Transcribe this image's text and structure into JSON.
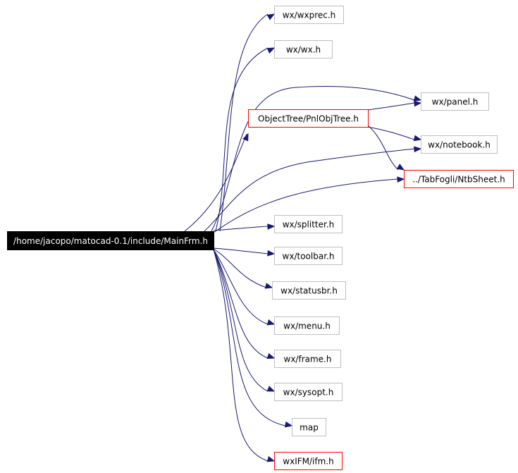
{
  "colors": {
    "edge": "#191970",
    "root_fill": "#000000",
    "root_text": "#ffffff",
    "node_border": "#bfbfbf",
    "missing_border": "#ff0000",
    "node_text": "#000000"
  },
  "nodes": [
    {
      "id": "root",
      "label": "/home/jacopo/matocad-0.1/include/MainFrm.h",
      "kind": "root"
    },
    {
      "id": "wxprec",
      "label": "wx/wxprec.h",
      "kind": "normal"
    },
    {
      "id": "wx",
      "label": "wx/wx.h",
      "kind": "normal"
    },
    {
      "id": "panel",
      "label": "wx/panel.h",
      "kind": "normal"
    },
    {
      "id": "pnlobjtree",
      "label": "ObjectTree/PnlObjTree.h",
      "kind": "missing"
    },
    {
      "id": "notebook",
      "label": "wx/notebook.h",
      "kind": "normal"
    },
    {
      "id": "ntbsheet",
      "label": "../TabFogli/NtbSheet.h",
      "kind": "missing"
    },
    {
      "id": "splitter",
      "label": "wx/splitter.h",
      "kind": "normal"
    },
    {
      "id": "toolbar",
      "label": "wx/toolbar.h",
      "kind": "normal"
    },
    {
      "id": "statusbr",
      "label": "wx/statusbr.h",
      "kind": "normal"
    },
    {
      "id": "menu",
      "label": "wx/menu.h",
      "kind": "normal"
    },
    {
      "id": "frame",
      "label": "wx/frame.h",
      "kind": "normal"
    },
    {
      "id": "sysopt",
      "label": "wx/sysopt.h",
      "kind": "normal"
    },
    {
      "id": "map",
      "label": "map",
      "kind": "normal"
    },
    {
      "id": "ifm",
      "label": "wxIFM/ifm.h",
      "kind": "missing"
    }
  ],
  "edges": [
    {
      "from": "root",
      "to": "wxprec"
    },
    {
      "from": "root",
      "to": "wx"
    },
    {
      "from": "root",
      "to": "panel"
    },
    {
      "from": "root",
      "to": "pnlobjtree"
    },
    {
      "from": "root",
      "to": "notebook"
    },
    {
      "from": "root",
      "to": "ntbsheet"
    },
    {
      "from": "root",
      "to": "splitter"
    },
    {
      "from": "root",
      "to": "toolbar"
    },
    {
      "from": "root",
      "to": "statusbr"
    },
    {
      "from": "root",
      "to": "menu"
    },
    {
      "from": "root",
      "to": "frame"
    },
    {
      "from": "root",
      "to": "sysopt"
    },
    {
      "from": "root",
      "to": "map"
    },
    {
      "from": "root",
      "to": "ifm"
    },
    {
      "from": "pnlobjtree",
      "to": "panel"
    },
    {
      "from": "pnlobjtree",
      "to": "notebook"
    },
    {
      "from": "pnlobjtree",
      "to": "ntbsheet"
    }
  ]
}
